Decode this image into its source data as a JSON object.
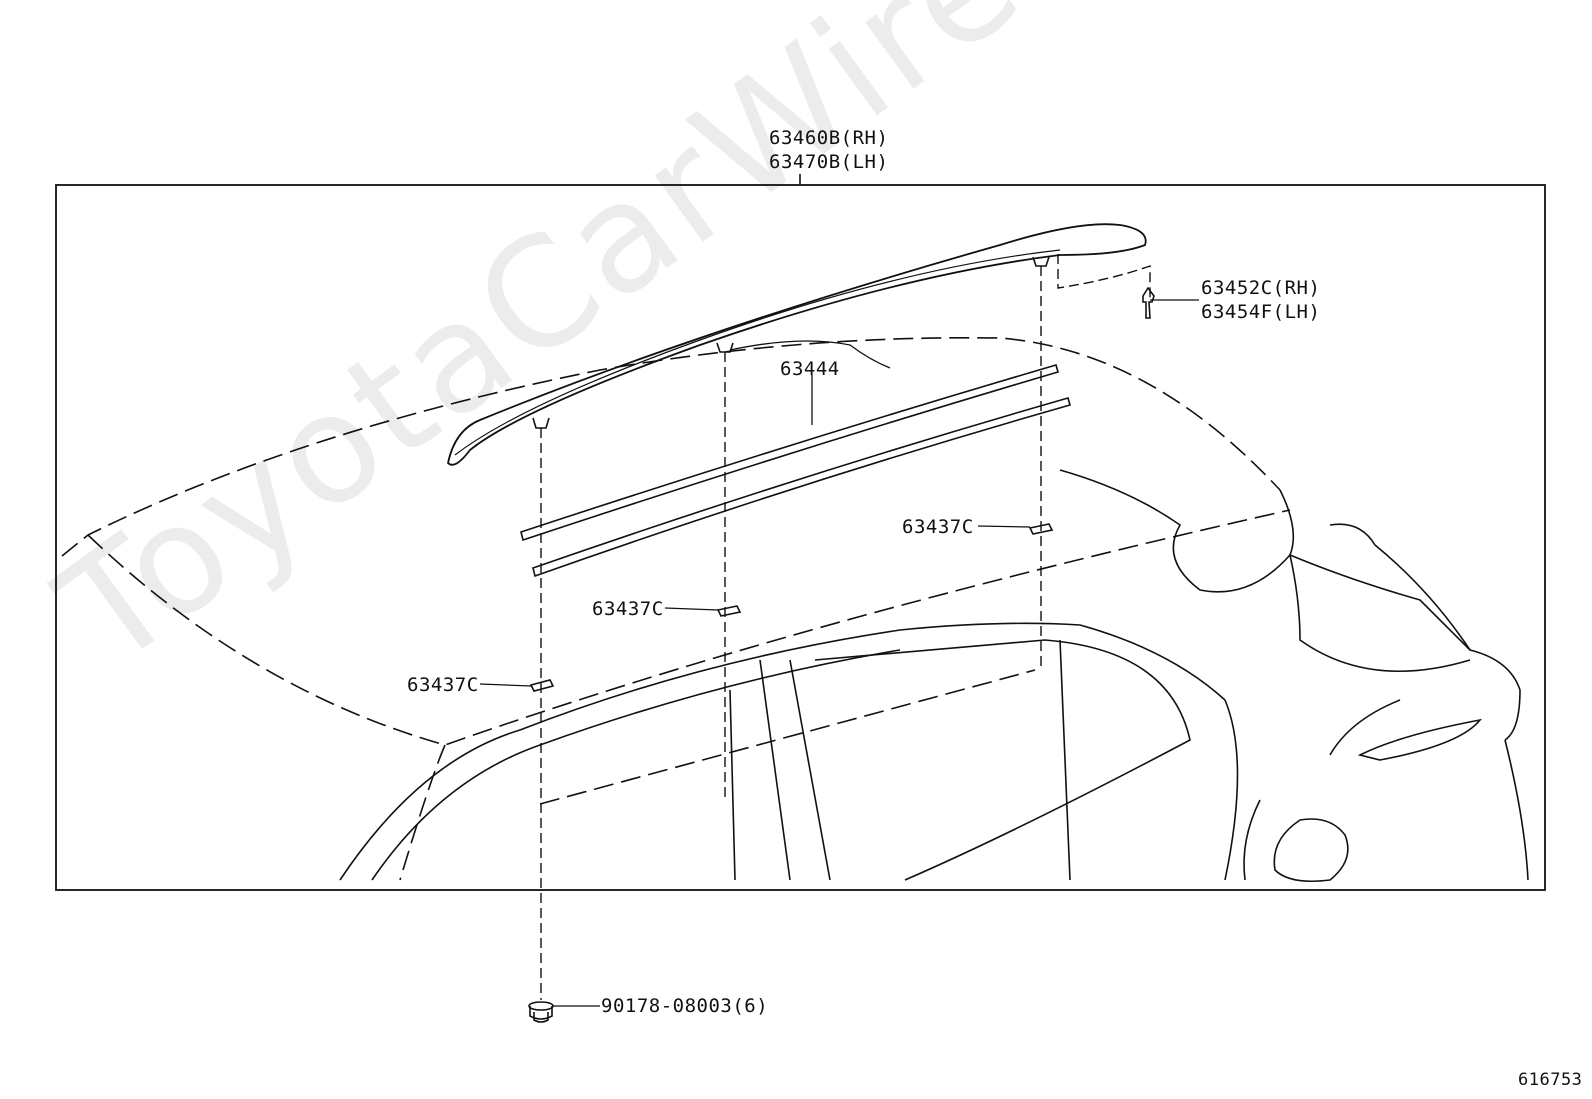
{
  "watermark": "ToyotaCarWire.ru",
  "labels": {
    "rail_rh": "63460B(RH)",
    "rail_lh": "63470B(LH)",
    "clip_rh": "63452C(RH)",
    "clip_lh": "63454F(LH)",
    "moulding": "63444",
    "clip_437_a": "63437C",
    "clip_437_b": "63437C",
    "clip_437_c": "63437C",
    "nut": "90178-08003(6)"
  },
  "figure_number": "616753",
  "colors": {
    "line": "#111111",
    "watermark": "#ececec"
  }
}
